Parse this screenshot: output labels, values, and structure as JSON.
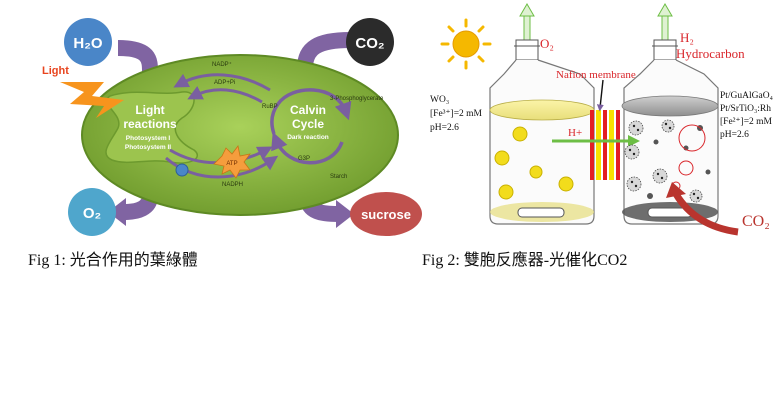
{
  "fig1": {
    "caption": "Fig 1:  光合作用的葉綠體",
    "h2o": "H₂O",
    "co2": "CO₂",
    "o2": "O₂",
    "sucrose": "sucrose",
    "light": "Light",
    "light_reactions_1": "Light",
    "light_reactions_2": "reactions",
    "photosystem1": "Photosystem I",
    "photosystem2": "Photosystem II",
    "calvin_1": "Calvin",
    "calvin_2": "Cycle",
    "dark_reaction": "Dark reaction",
    "nadp_plus": "NADP⁺",
    "adp_pi": "ADP+Pi",
    "rubp": "RuBP",
    "phosphoglycerate": "3-Phosphoglycerate",
    "atp": "ATP",
    "nadph": "NADPH",
    "g3p": "G3P",
    "starch": "Starch",
    "colors": {
      "chloroplast": "#8cbf3f",
      "chloroplast_dark": "#6a9a2a",
      "h2o_blue": "#4a86c8",
      "o2_blue": "#4fa6cc",
      "co2_black": "#2b2b2b",
      "sucrose_red": "#c0504d",
      "arrow_purple": "#8064a2",
      "atp_orange": "#f59d3d",
      "light_orange": "#f7941d"
    }
  },
  "fig2": {
    "caption": "Fig 2:  雙胞反應器-光催化CO2",
    "o2_label": "O₂",
    "h2_label": "H₂",
    "hydrocarbon": "Hydrocarbon",
    "nafion": "Nafion membrane",
    "h_plus": "H+",
    "left_line1": "WO₃",
    "left_line2": "[Fe³⁺]=2 mM",
    "left_line3": "pH=2.6",
    "right_line1": "Pt/GuAlGaO₄",
    "right_line2": "Pt/SrTiO₃:Rh",
    "right_line3": "[Fe²⁺]=2 mM",
    "right_line4": "pH=2.6",
    "co2_label": "CO₂",
    "colors": {
      "sun": "#f5b800",
      "particle_yellow": "#f2dc1c",
      "label_red": "#d9262b",
      "membrane_red": "#e31e24",
      "membrane_yellow": "#f7e200",
      "arrow_green": "#6dbe45"
    }
  }
}
